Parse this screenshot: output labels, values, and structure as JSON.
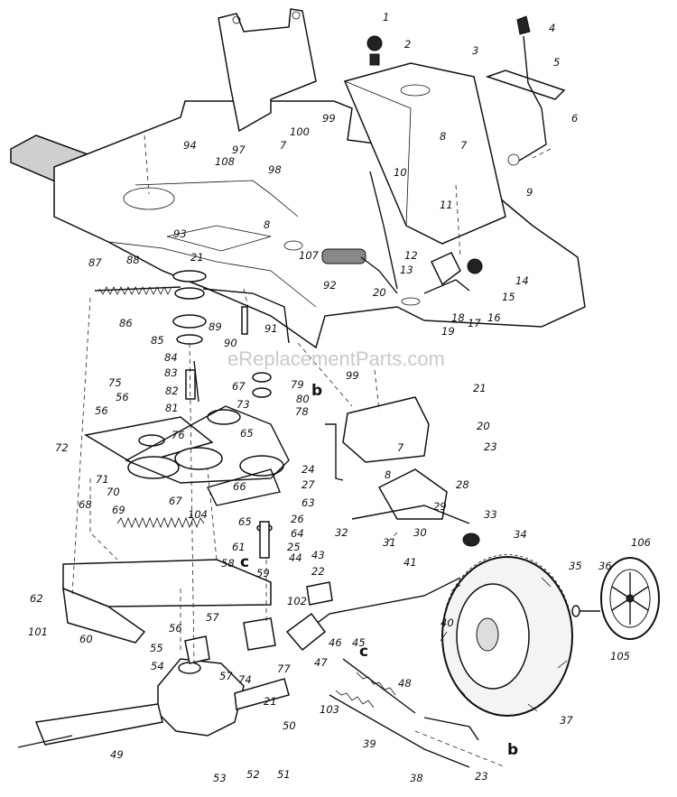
{
  "watermark": "eReplacementParts.com",
  "callouts": [
    "1",
    "2",
    "3",
    "4",
    "5",
    "6",
    "7",
    "8",
    "9",
    "10",
    "11",
    "12",
    "13",
    "14",
    "15",
    "16",
    "17",
    "18",
    "19",
    "20",
    "21",
    "22",
    "23",
    "24",
    "25",
    "26",
    "27",
    "28",
    "29",
    "30",
    "31",
    "32",
    "33",
    "34",
    "35",
    "36",
    "37",
    "38",
    "39",
    "40",
    "41",
    "43",
    "44",
    "45",
    "46",
    "47",
    "48",
    "49",
    "50",
    "51",
    "52",
    "53",
    "54",
    "55",
    "56",
    "57",
    "58",
    "59",
    "60",
    "61",
    "62",
    "63",
    "64",
    "65",
    "66",
    "67",
    "68",
    "69",
    "70",
    "71",
    "72",
    "73",
    "74",
    "75",
    "76",
    "77",
    "78",
    "79",
    "80",
    "81",
    "82",
    "83",
    "84",
    "85",
    "86",
    "87",
    "88",
    "89",
    "90",
    "91",
    "92",
    "93",
    "94",
    "97",
    "98",
    "99",
    "100",
    "101",
    "102",
    "103",
    "104",
    "105",
    "106",
    "107",
    "108",
    "b",
    "c"
  ]
}
